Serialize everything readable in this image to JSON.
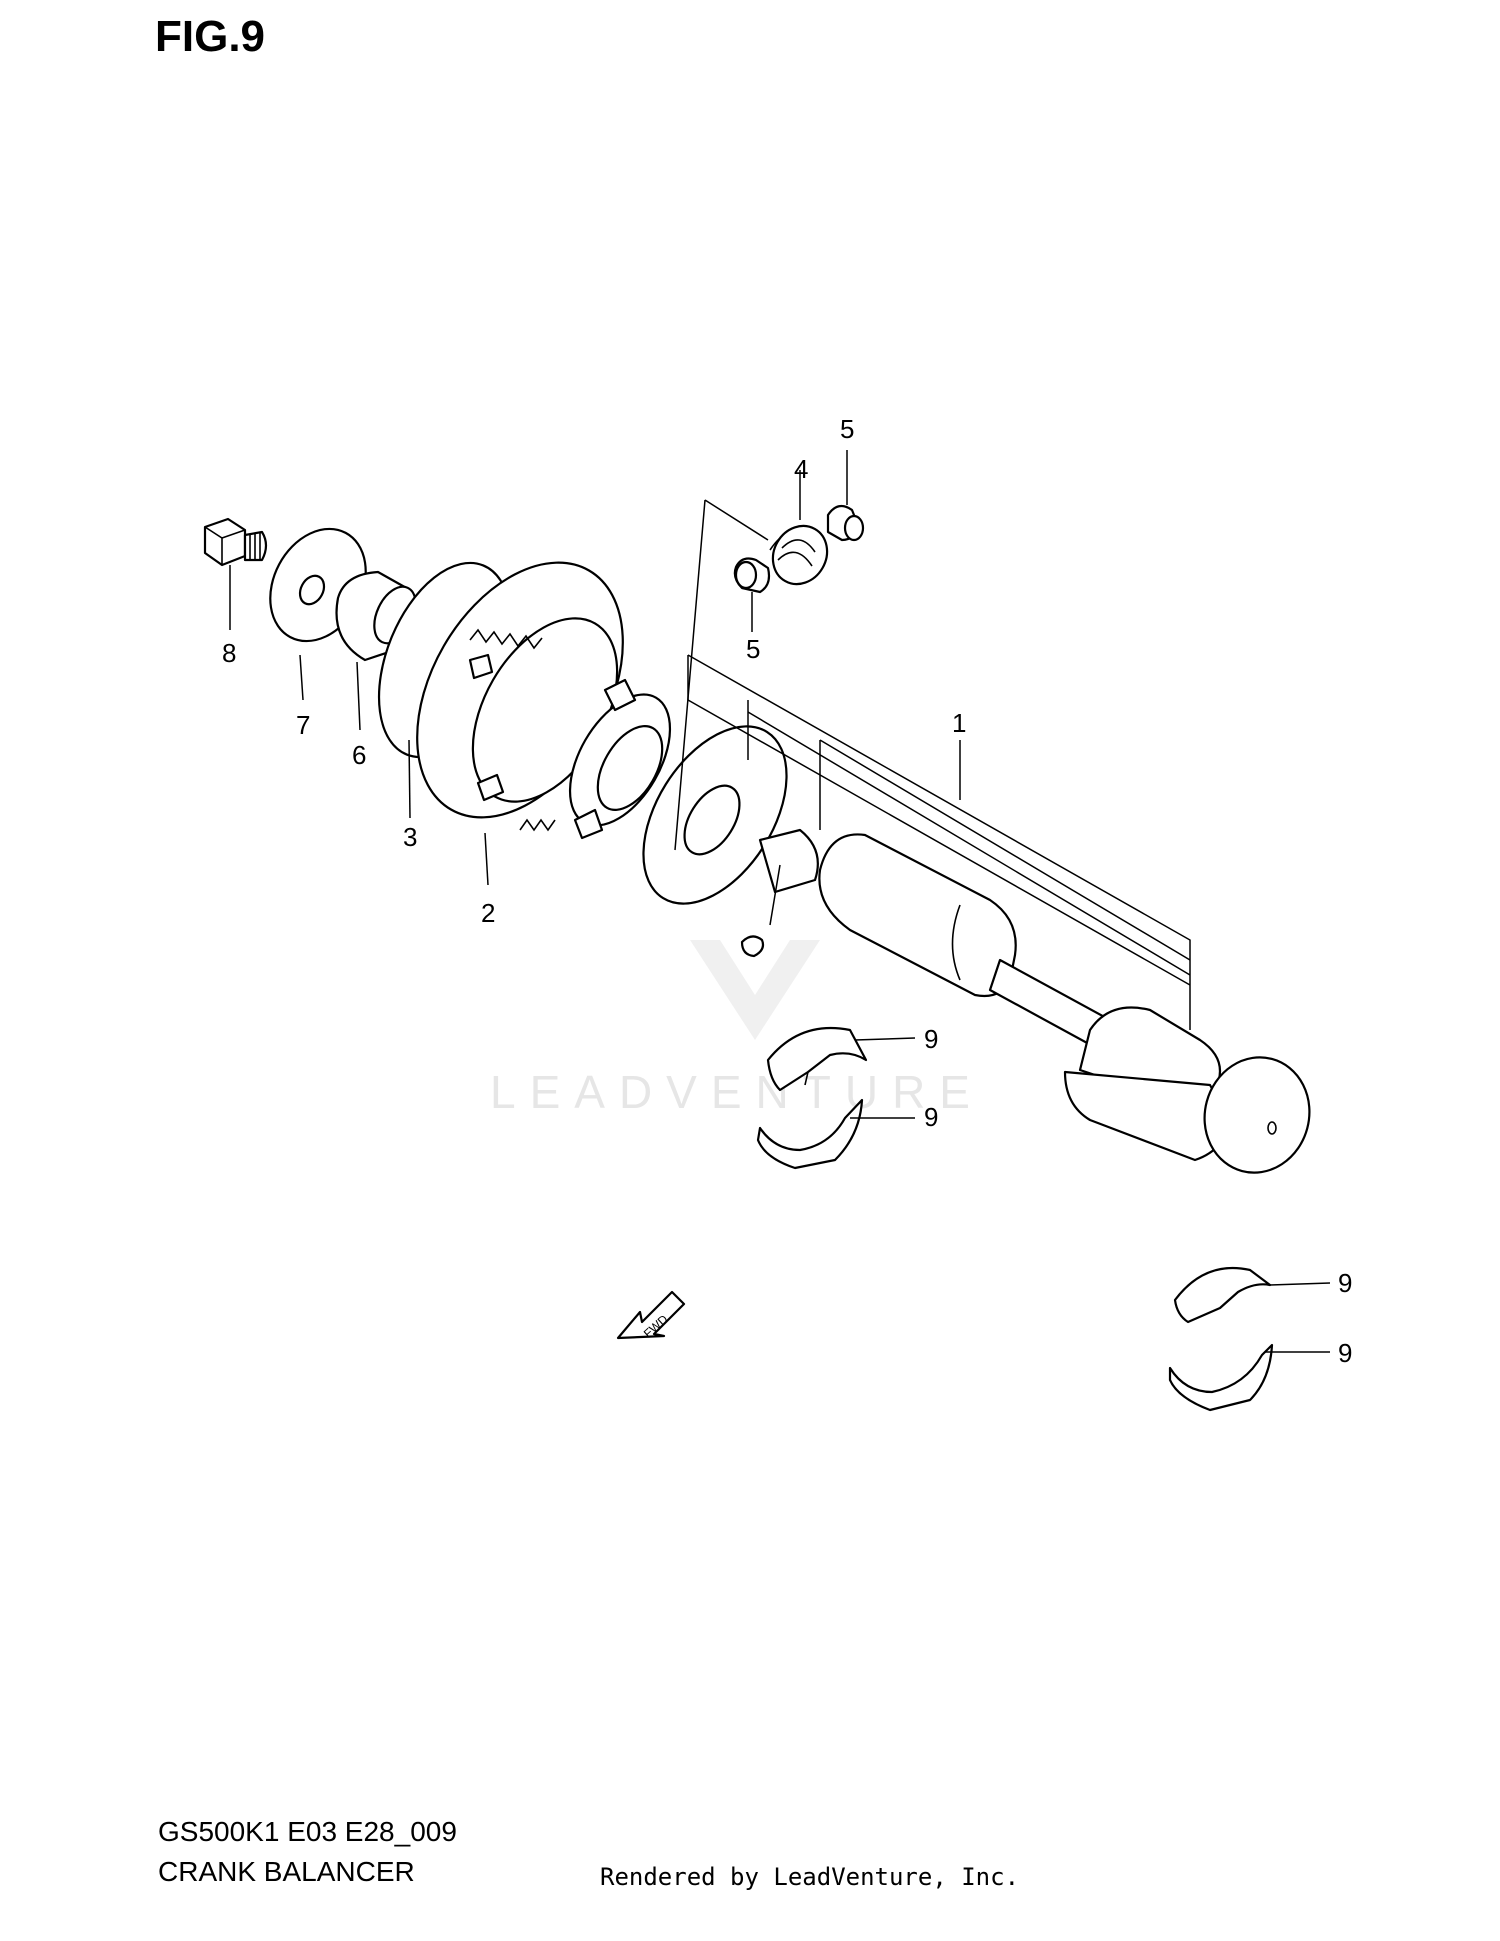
{
  "figure": {
    "title": "FIG.9"
  },
  "footer": {
    "model_code": "GS500K1 E03 E28_009",
    "section_name": "CRANK BALANCER",
    "rendered_by": "Rendered by LeadVenture, Inc."
  },
  "watermark": {
    "text": "LEADVENTURE",
    "color": "#e6e6e6"
  },
  "fwd_arrow": {
    "label": "FWD"
  },
  "callouts": {
    "c1": "1",
    "c2": "2",
    "c3": "3",
    "c4": "4",
    "c5a": "5",
    "c5b": "5",
    "c6": "6",
    "c7": "7",
    "c8": "8",
    "c9a": "9",
    "c9b": "9",
    "c9c": "9",
    "c9d": "9"
  }
}
